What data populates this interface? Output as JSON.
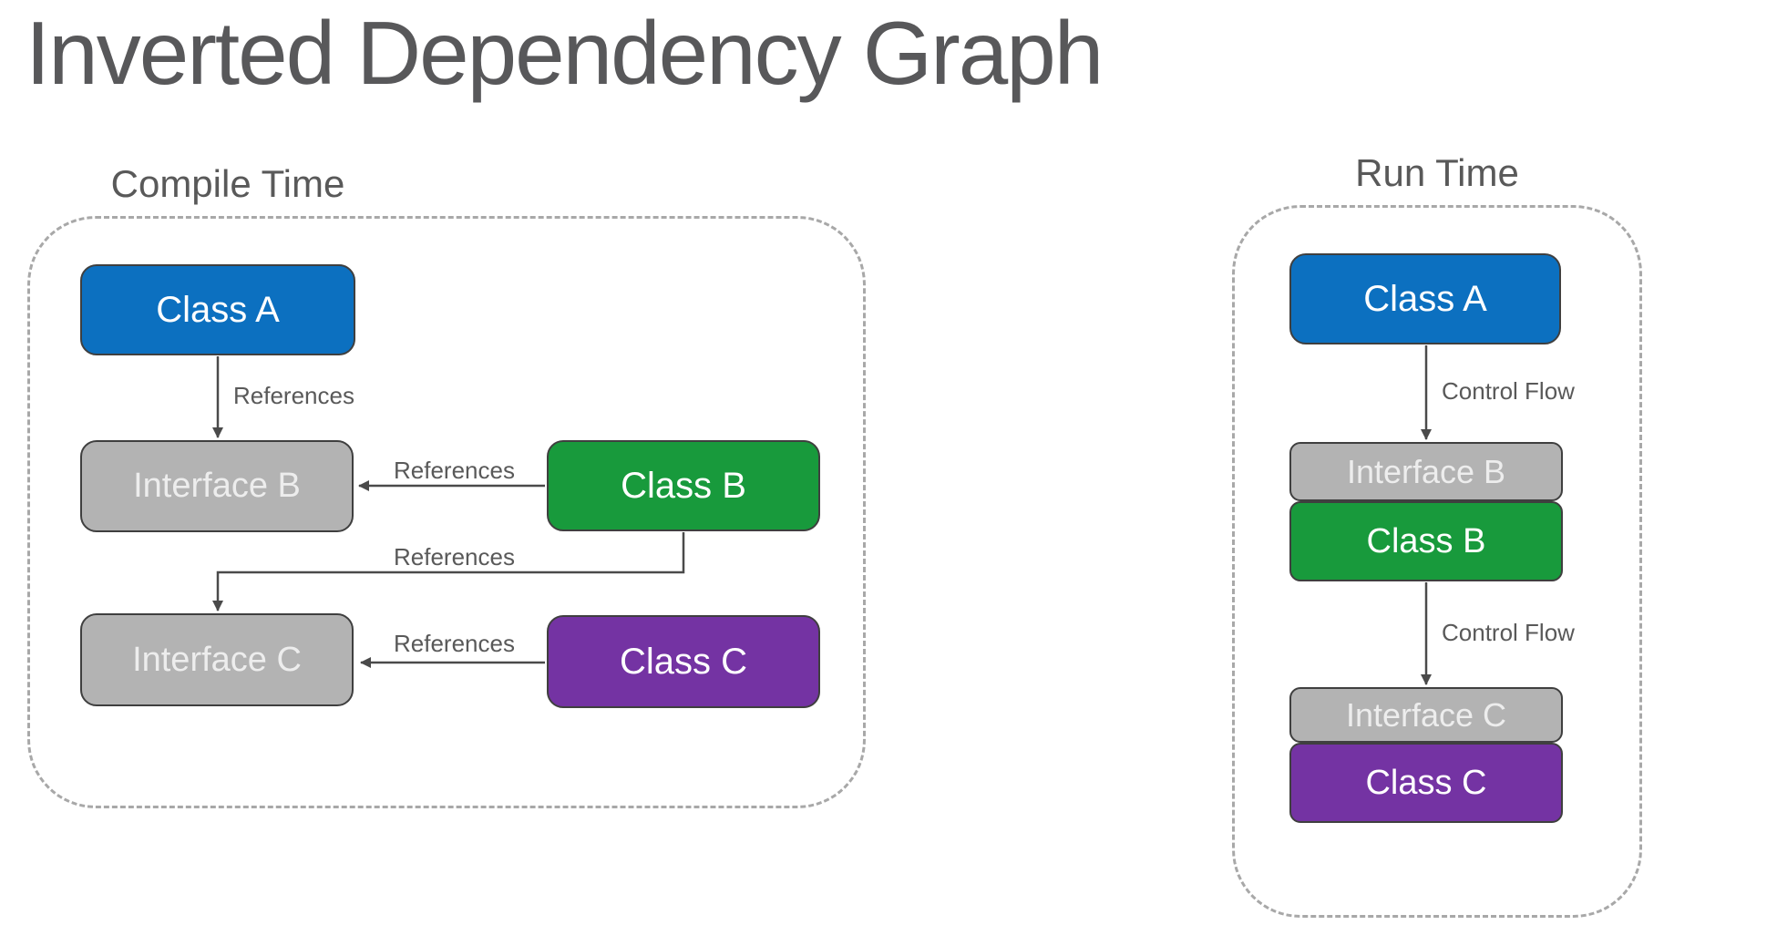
{
  "title": "Inverted Dependency Graph",
  "colors": {
    "class-blue": "#0C70C0",
    "class-green": "#189A3C",
    "class-purple": "#7433A3",
    "interface-gray": "#B3B3B3",
    "node-border": "#3F3F3F",
    "connector": "#4A4A4A",
    "label-text": "#595959",
    "container-dash": "#A8A8A8"
  },
  "compile": {
    "heading": "Compile Time",
    "nodes": {
      "class_a": {
        "label": "Class A",
        "type": "class",
        "color": "#0C70C0"
      },
      "interface_b": {
        "label": "Interface B",
        "type": "interface",
        "color": "#B3B3B3"
      },
      "class_b": {
        "label": "Class B",
        "type": "class",
        "color": "#189A3C"
      },
      "interface_c": {
        "label": "Interface C",
        "type": "interface",
        "color": "#B3B3B3"
      },
      "class_c": {
        "label": "Class C",
        "type": "class",
        "color": "#7433A3"
      }
    },
    "edges": {
      "a_to_ib": {
        "from": "Class A",
        "to": "Interface B",
        "label": "References"
      },
      "b_to_ib": {
        "from": "Class B",
        "to": "Interface B",
        "label": "References"
      },
      "b_to_ic": {
        "from": "Class B",
        "to": "Interface C",
        "label": "References"
      },
      "c_to_ic": {
        "from": "Class C",
        "to": "Interface C",
        "label": "References"
      }
    }
  },
  "run": {
    "heading": "Run Time",
    "nodes": {
      "class_a": {
        "label": "Class A",
        "type": "class",
        "color": "#0C70C0"
      },
      "interface_b": {
        "label": "Interface B",
        "type": "interface",
        "color": "#B3B3B3"
      },
      "class_b": {
        "label": "Class B",
        "type": "class",
        "color": "#189A3C"
      },
      "interface_c": {
        "label": "Interface C",
        "type": "interface",
        "color": "#B3B3B3"
      },
      "class_c": {
        "label": "Class C",
        "type": "class",
        "color": "#7433A3"
      }
    },
    "edges": {
      "a_to_b": {
        "from": "Class A",
        "to": "Interface B / Class B",
        "label": "Control Flow"
      },
      "b_to_c": {
        "from": "Class B",
        "to": "Interface C / Class C",
        "label": "Control Flow"
      }
    }
  }
}
